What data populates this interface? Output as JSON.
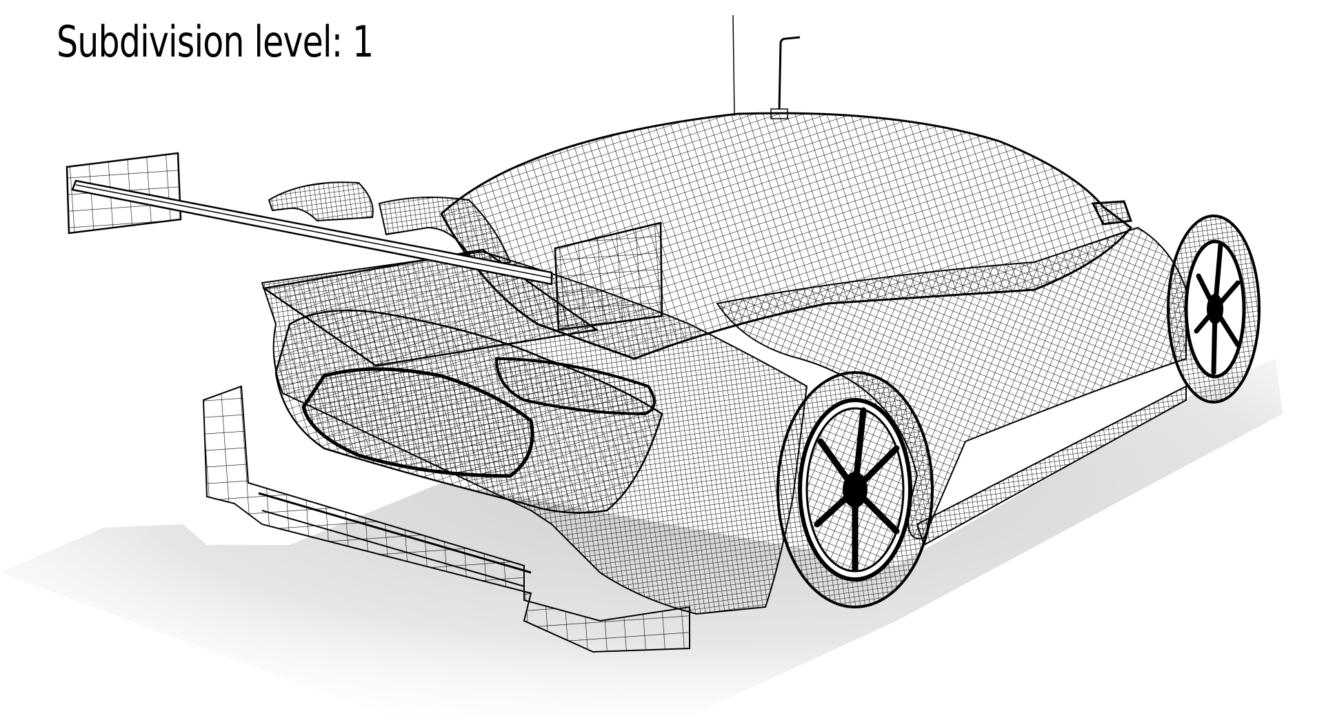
{
  "caption": {
    "label": "Subdivision level:",
    "value": "1",
    "full_text": "Subdivision level: 1"
  },
  "render": {
    "subject": "race-car-wireframe",
    "background_color": "#ffffff",
    "line_color": "#000000",
    "shadow_color": "#d8d8d8"
  }
}
